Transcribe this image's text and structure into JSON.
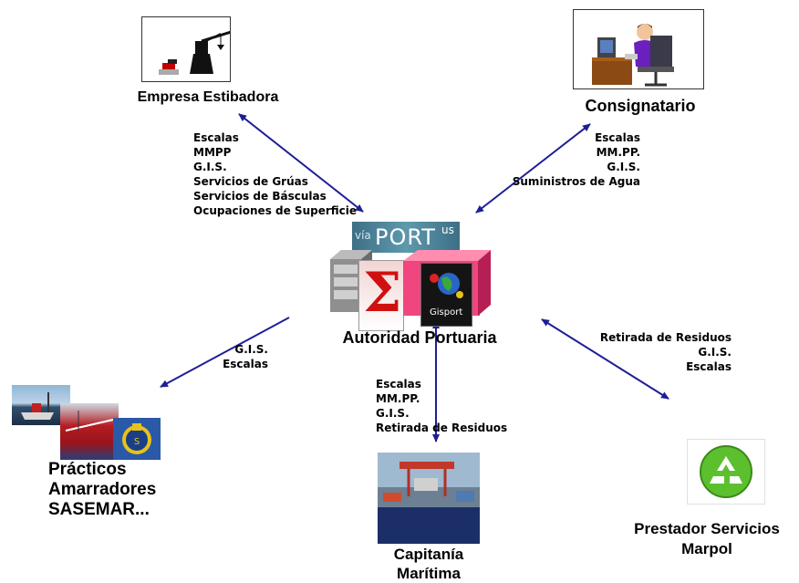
{
  "center": {
    "title": "Autoridad Portuaria",
    "logo_small": "vía",
    "logo_big": "PORT",
    "logo_sup": "us",
    "gisport_label": "Gisport",
    "sigma": "Σ"
  },
  "nodes": {
    "estibadora": "Empresa Estibadora",
    "consignatario": "Consignatario",
    "practicos": [
      "Prácticos",
      "Amarradores",
      "SASEMAR..."
    ],
    "capitania": [
      "Capitanía",
      "Marítima"
    ],
    "marpol": [
      "Prestador Servicios",
      "Marpol"
    ]
  },
  "flows": {
    "estibadora": [
      "Escalas",
      "MMPP",
      "G.I.S.",
      "Servicios de Grúas",
      "Servicios de Básculas",
      "Ocupaciones de Superficie"
    ],
    "consignatario": [
      "Escalas",
      "MM.PP.",
      "G.I.S.",
      "Suministros de Agua"
    ],
    "practicos": [
      "G.I.S.",
      "Escalas"
    ],
    "capitania": [
      "Escalas",
      "MM.PP.",
      "G.I.S.",
      "Retirada de Residuos"
    ],
    "marpol": [
      "Retirada de Residuos",
      "G.I.S.",
      "Escalas"
    ]
  },
  "colors": {
    "arrow": "#1e1e96",
    "recycle": "#5cc02e",
    "navy": "#1b2f66"
  }
}
